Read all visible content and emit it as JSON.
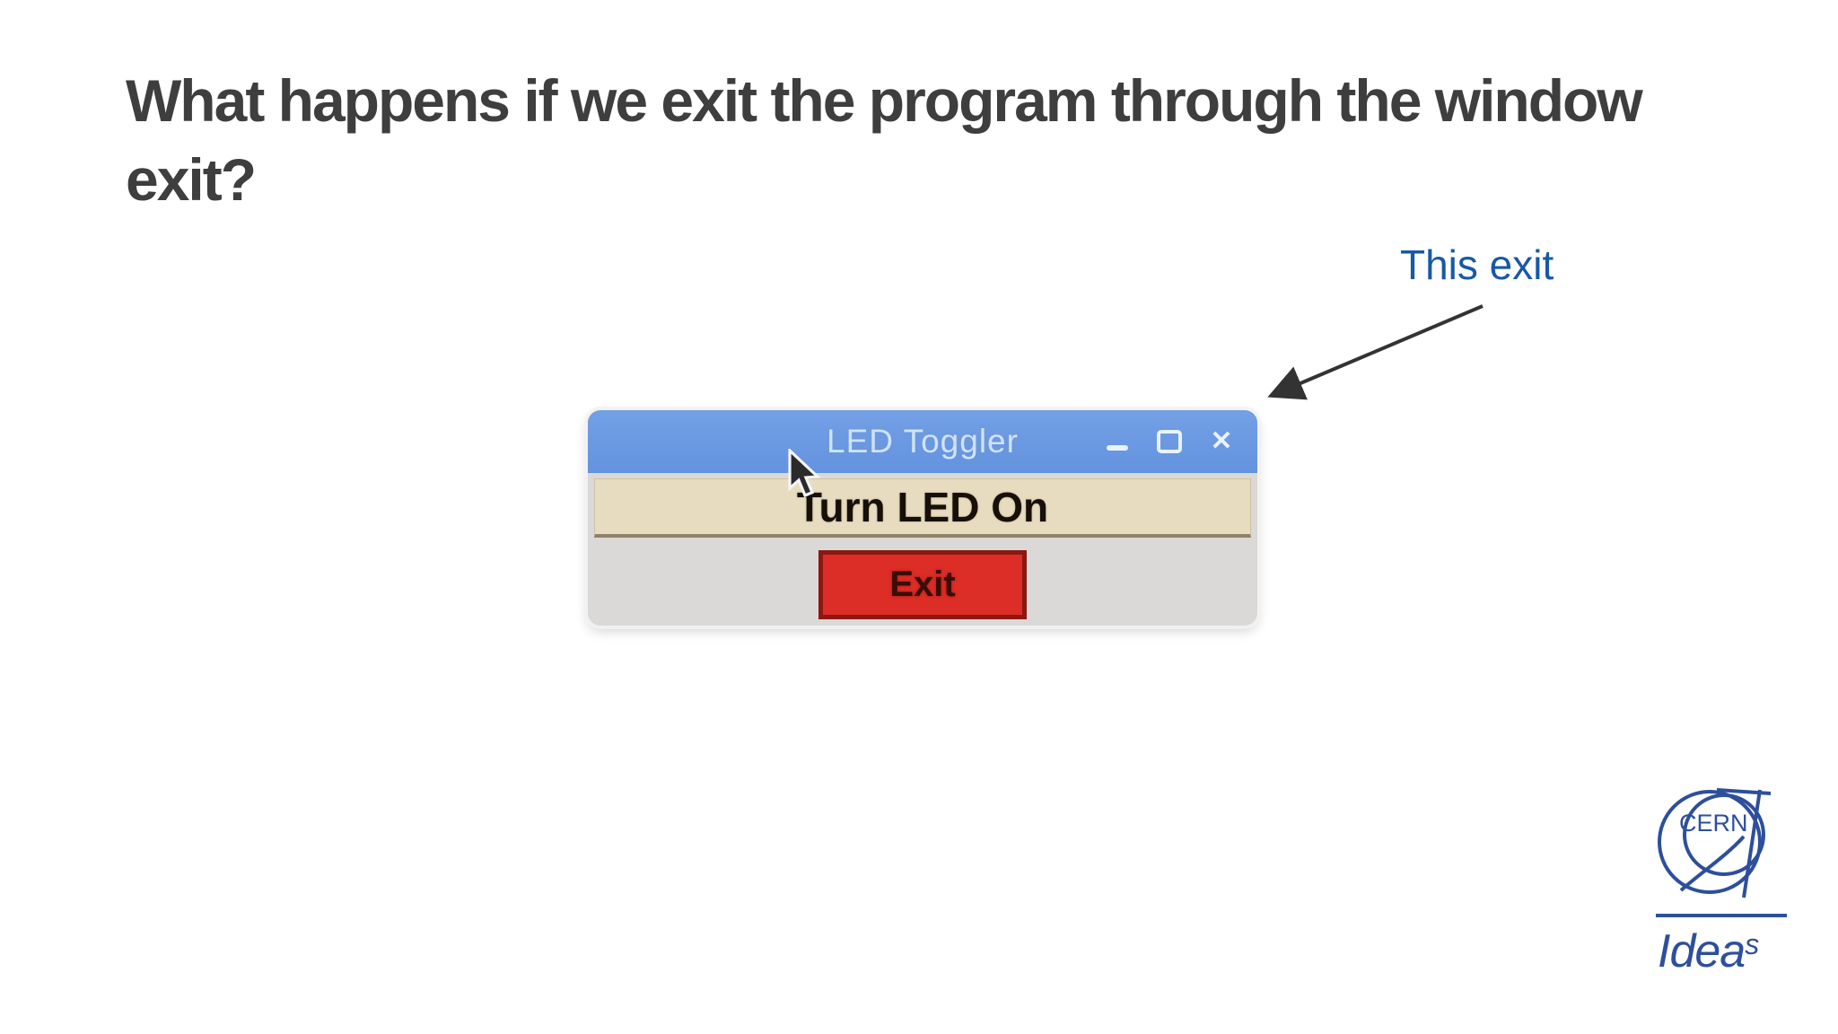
{
  "slide": {
    "title_lines": [
      "What happens if we exit the program through the window",
      "exit?"
    ],
    "annotation": "This exit"
  },
  "app_window": {
    "title": "LED Toggler",
    "toggle_button_label": "Turn LED On",
    "exit_button_label": "Exit",
    "close_glyph": "✕",
    "icons": [
      "minimize-icon",
      "maximize-icon",
      "close-icon"
    ]
  },
  "branding": {
    "org": "CERN",
    "wordmark": "Idea",
    "wordmark_sup": "s"
  },
  "colors": {
    "heading_gray": "#3e3e3e",
    "annotation_blue": "#1759a7",
    "titlebar_blue": "#6898e2",
    "titlebar_text": "#cfe2f8",
    "toggle_beige": "#e8dcc0",
    "window_body_gray": "#dad9d7",
    "exit_red": "#dc2d26",
    "exit_border_dark_red": "#8c1812",
    "arrow_dark": "#333333",
    "logo_blue": "#2d4f9c"
  }
}
